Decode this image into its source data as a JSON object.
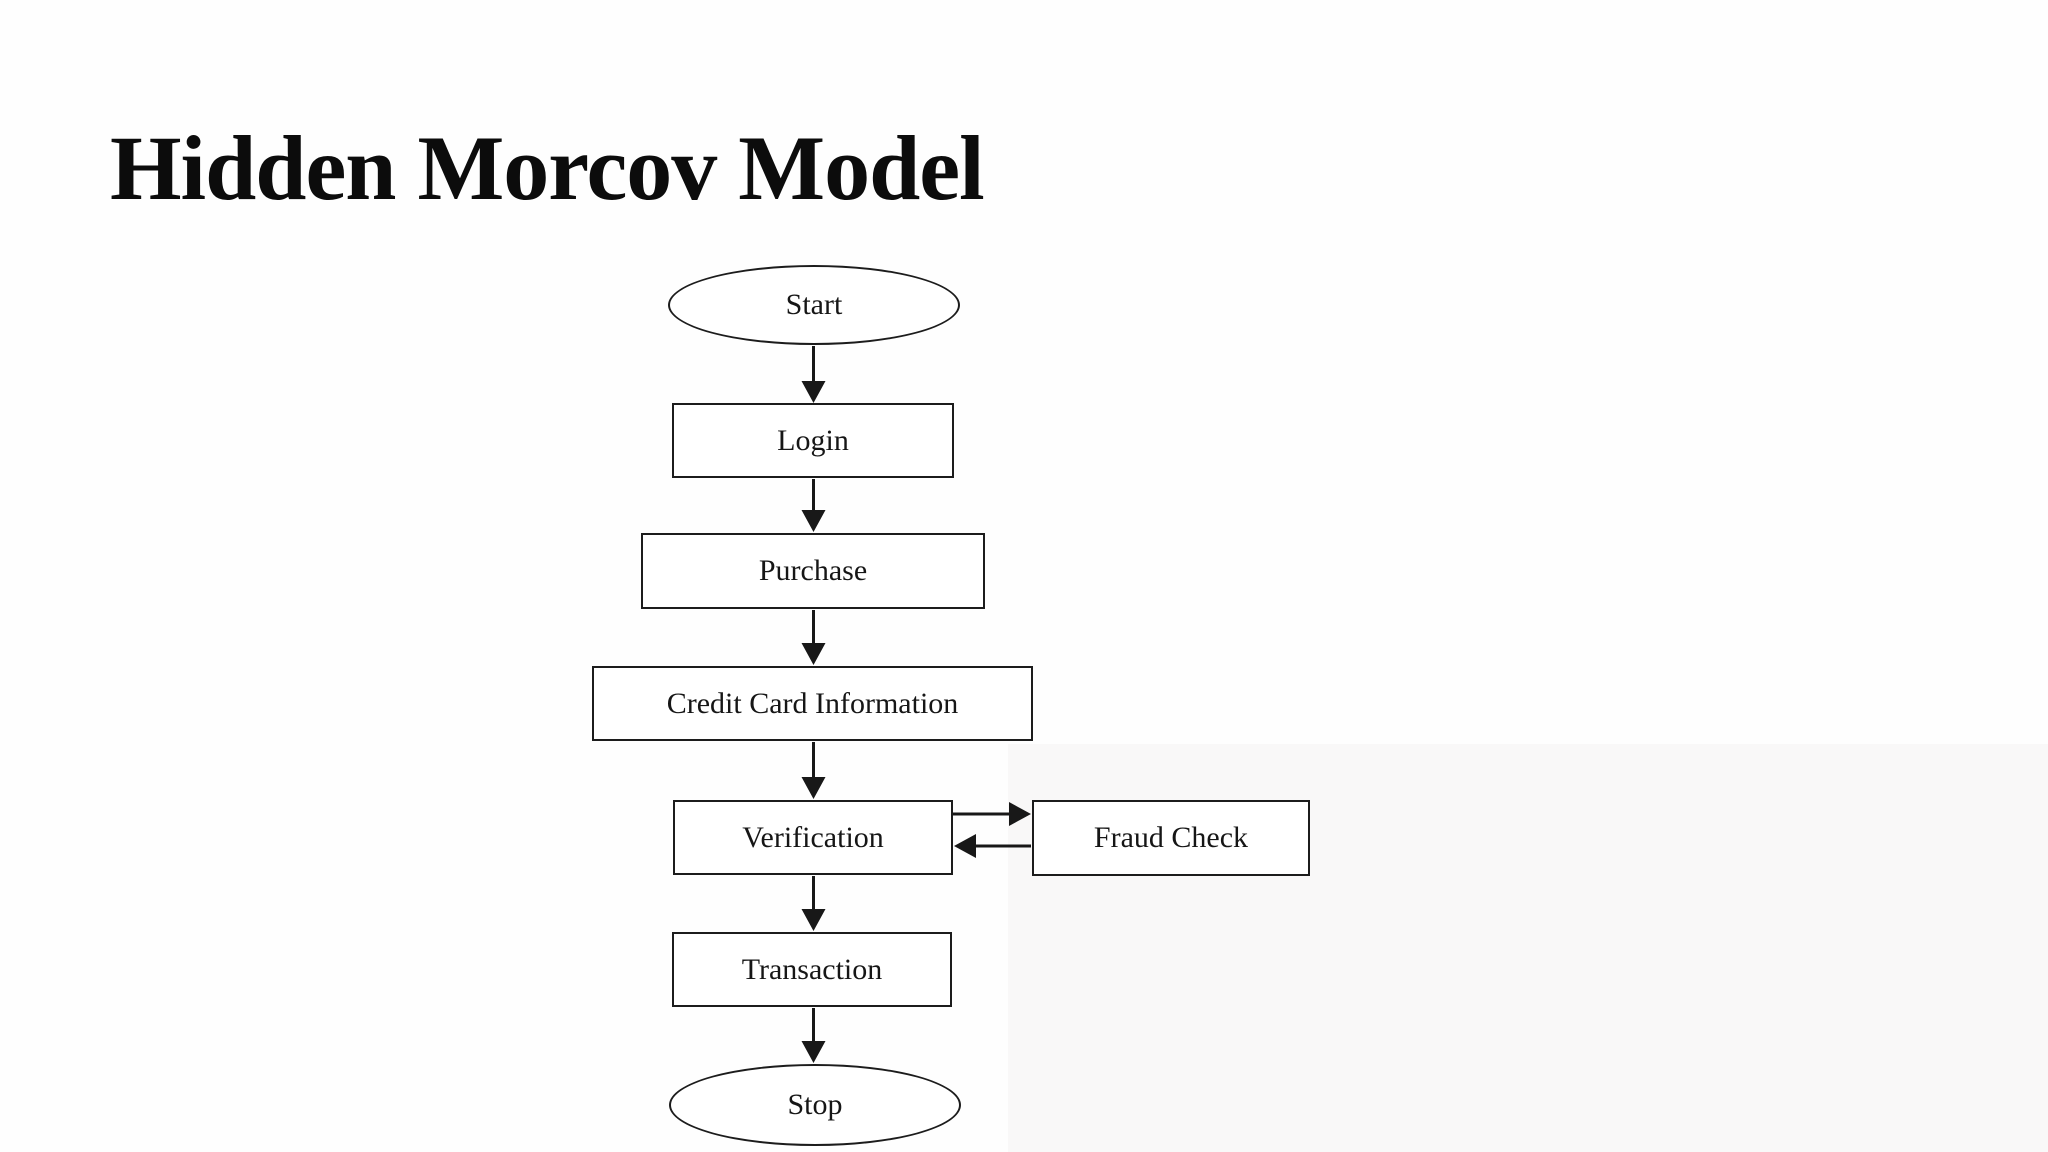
{
  "title": "Hidden Morcov Model",
  "diagram": {
    "type": "flowchart",
    "nodes": {
      "start": {
        "label": "Start",
        "shape": "ellipse"
      },
      "login": {
        "label": "Login",
        "shape": "rect"
      },
      "purchase": {
        "label": "Purchase",
        "shape": "rect"
      },
      "credit_card": {
        "label": "Credit Card Information",
        "shape": "rect"
      },
      "verification": {
        "label": "Verification",
        "shape": "rect"
      },
      "fraud_check": {
        "label": "Fraud Check",
        "shape": "rect"
      },
      "transaction": {
        "label": "Transaction",
        "shape": "rect"
      },
      "stop": {
        "label": "Stop",
        "shape": "ellipse"
      }
    },
    "edges": [
      {
        "from": "Start",
        "to": "Login",
        "direction": "down"
      },
      {
        "from": "Login",
        "to": "Purchase",
        "direction": "down"
      },
      {
        "from": "Purchase",
        "to": "Credit Card Information",
        "direction": "down"
      },
      {
        "from": "Credit Card Information",
        "to": "Verification",
        "direction": "down"
      },
      {
        "from": "Verification",
        "to": "Fraud Check",
        "direction": "right"
      },
      {
        "from": "Fraud Check",
        "to": "Verification",
        "direction": "left"
      },
      {
        "from": "Verification",
        "to": "Transaction",
        "direction": "down"
      },
      {
        "from": "Transaction",
        "to": "Stop",
        "direction": "down"
      }
    ],
    "colors": {
      "line": "#181818",
      "node_fill": "#ffffff",
      "text": "#161616",
      "background": "#fefefe"
    }
  }
}
